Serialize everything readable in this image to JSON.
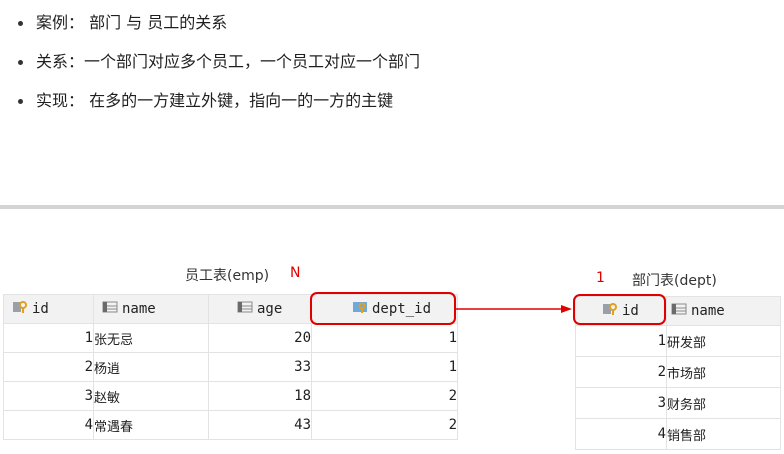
{
  "bullets": [
    "案例： 部门  与  员工的关系",
    "关系：一个部门对应多个员工，一个员工对应一个部门",
    "实现： 在多的一方建立外键，指向一的一方的主键"
  ],
  "emp_table": {
    "caption": "员工表(emp)",
    "cardinality": "N",
    "columns": [
      "id",
      "name",
      "age",
      "dept_id"
    ],
    "column_icons": [
      "key-column-icon",
      "column-icon",
      "column-icon",
      "foreign-key-column-icon"
    ],
    "rows": [
      {
        "id": "1",
        "name": "张无忌",
        "age": "20",
        "dept_id": "1"
      },
      {
        "id": "2",
        "name": "杨逍",
        "age": "33",
        "dept_id": "1"
      },
      {
        "id": "3",
        "name": "赵敏",
        "age": "18",
        "dept_id": "2"
      },
      {
        "id": "4",
        "name": "常遇春",
        "age": "43",
        "dept_id": "2"
      }
    ]
  },
  "dept_table": {
    "caption": "部门表(dept)",
    "cardinality": "1",
    "columns": [
      "id",
      "name"
    ],
    "column_icons": [
      "key-column-icon",
      "column-icon"
    ],
    "rows": [
      {
        "id": "1",
        "name": "研发部"
      },
      {
        "id": "2",
        "name": "市场部"
      },
      {
        "id": "3",
        "name": "财务部"
      },
      {
        "id": "4",
        "name": "销售部"
      }
    ]
  },
  "colors": {
    "highlight": "#e00000",
    "header_bg": "#f2f2f2",
    "key_icon": "#e0a020",
    "column_icon": "#8a8a8a"
  }
}
